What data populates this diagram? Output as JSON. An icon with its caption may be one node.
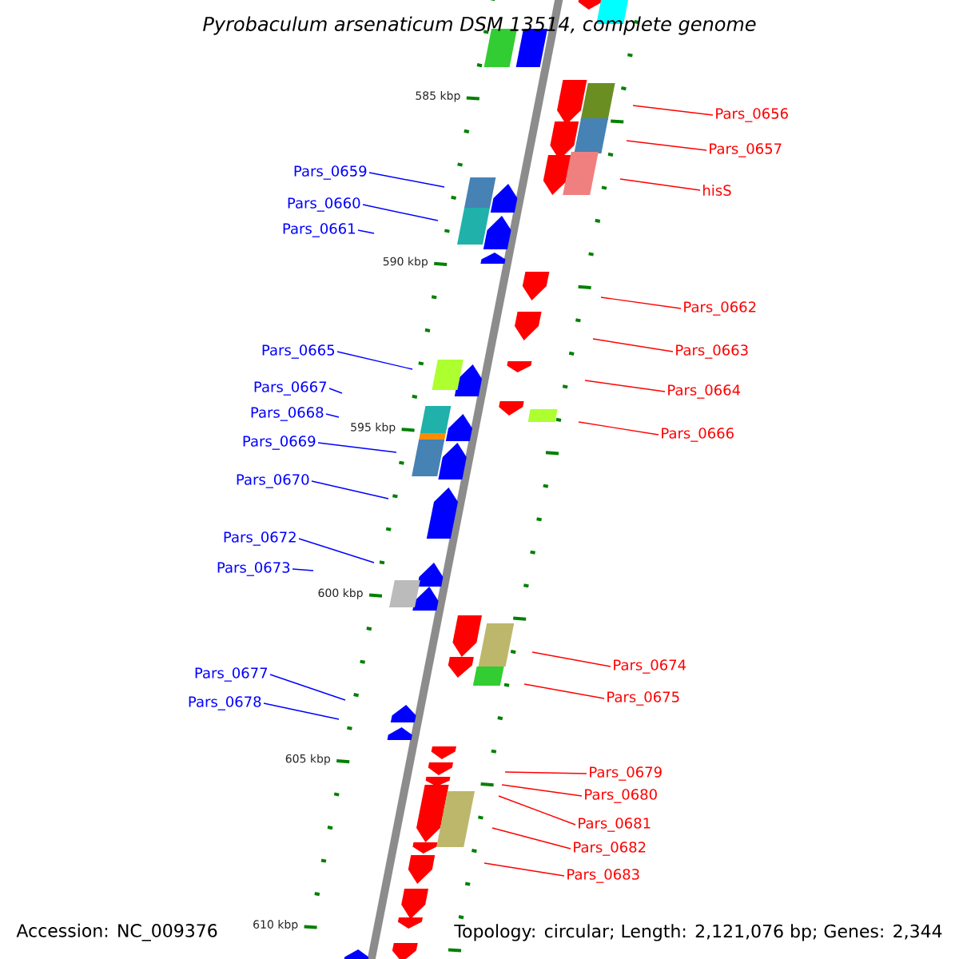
{
  "diagram": {
    "title": "Pyrobaculum arsenaticum DSM 13514, complete genome",
    "nodes": [
      {
        "text": [
          "Pars_0656"
        ]
      },
      {
        "text": [
          "Pars_0657"
        ]
      },
      {
        "text": [
          "hisS"
        ]
      },
      {
        "text": [
          "Pars_0659"
        ]
      },
      {
        "text": [
          "Pars_0660"
        ]
      },
      {
        "text": [
          "Pars_0661"
        ]
      },
      {
        "text": [
          "Pars_0662"
        ]
      },
      {
        "text": [
          "Pars_0665"
        ]
      },
      {
        "text": [
          "Pars_0663"
        ]
      },
      {
        "text": [
          "Pars_0667"
        ]
      },
      {
        "text": [
          "Pars_0664"
        ]
      },
      {
        "text": [
          "Pars_0668"
        ]
      },
      {
        "text": [
          "Pars_0666"
        ]
      },
      {
        "text": [
          "Pars_0669"
        ]
      },
      {
        "text": [
          "Pars_0670"
        ]
      },
      {
        "text": [
          "Pars_0672"
        ]
      },
      {
        "text": [
          "Pars_0673"
        ]
      },
      {
        "text": [
          "Pars_0674"
        ]
      },
      {
        "text": [
          "Pars_0677"
        ]
      },
      {
        "text": [
          "Pars_0675"
        ]
      },
      {
        "text": [
          "Pars_0678"
        ]
      },
      {
        "text": [
          "Pars_0679"
        ]
      },
      {
        "text": [
          "Pars_0680"
        ]
      },
      {
        "text": [
          "Pars_0681"
        ]
      },
      {
        "text": [
          "Pars_0682"
        ]
      },
      {
        "text": [
          "Pars_0683"
        ]
      }
    ],
    "edges": [
      {
        "from": 0,
        "to": null,
        "arrow": "none"
      },
      {
        "from": 1,
        "to": null,
        "arrow": "none"
      },
      {
        "from": 2,
        "to": null,
        "arrow": "none"
      },
      {
        "from": 3,
        "to": null,
        "arrow": "none",
        "color": "#0000ff"
      },
      {
        "from": 4,
        "to": null,
        "arrow": "none",
        "color": "#0000ff"
      },
      {
        "from": 5,
        "to": null,
        "arrow": "none",
        "color": "#0000ff"
      },
      {
        "from": 6,
        "to": null,
        "arrow": "none"
      },
      {
        "from": 7,
        "to": null,
        "arrow": "none",
        "color": "#0000ff"
      },
      {
        "from": 8,
        "to": null,
        "arrow": "none"
      },
      {
        "from": 9,
        "to": null,
        "arrow": "none",
        "color": "#0000ff"
      },
      {
        "from": 10,
        "to": null,
        "arrow": "none"
      },
      {
        "from": 11,
        "to": null,
        "arrow": "none",
        "color": "#0000ff"
      },
      {
        "from": 12,
        "to": null,
        "arrow": "none"
      },
      {
        "from": 13,
        "to": null,
        "arrow": "none",
        "color": "#0000ff"
      },
      {
        "from": 14,
        "to": null,
        "arrow": "none",
        "color": "#0000ff"
      },
      {
        "from": 15,
        "to": null,
        "arrow": "none",
        "color": "#0000ff"
      },
      {
        "from": 16,
        "to": null,
        "arrow": "none",
        "color": "#0000ff"
      },
      {
        "from": 17,
        "to": null,
        "arrow": "none"
      },
      {
        "from": 18,
        "to": null,
        "arrow": "none",
        "color": "#0000ff"
      },
      {
        "from": 19,
        "to": null,
        "arrow": "none"
      },
      {
        "from": 20,
        "to": null,
        "arrow": "none",
        "color": "#0000ff"
      },
      {
        "from": 21,
        "to": null,
        "arrow": "none"
      },
      {
        "from": 22,
        "to": null,
        "arrow": "none"
      },
      {
        "from": 23,
        "to": null,
        "arrow": "none"
      },
      {
        "from": 24,
        "to": null,
        "arrow": "none"
      },
      {
        "from": 25,
        "to": null,
        "arrow": "none"
      }
    ],
    "labels": [
      "585 kbp",
      "590 kbp",
      "595 kbp",
      "600 kbp",
      "605 kbp",
      "610 kbp",
      "Accession: NC_009376",
      "Topology: circular; Length: 2,121,076 bp; Genes: 2,344"
    ]
  }
}
